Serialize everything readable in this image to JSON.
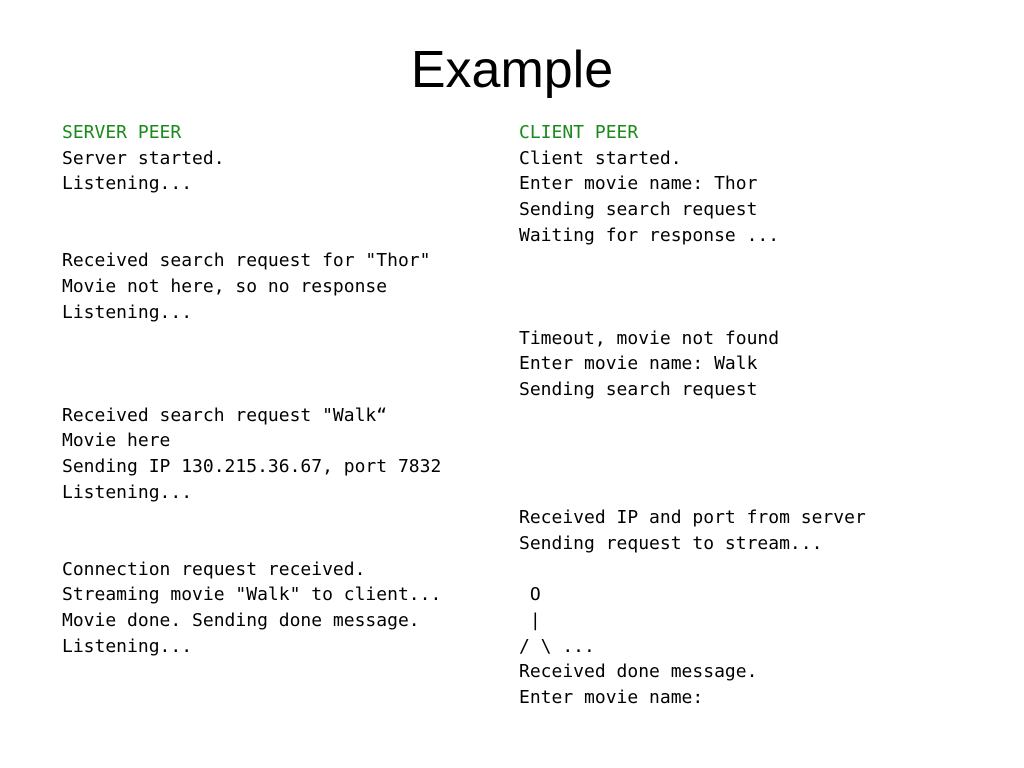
{
  "slide": {
    "title": "Example"
  },
  "server": {
    "heading": "SERVER PEER",
    "lines": [
      "Server started.",
      "Listening...",
      "",
      "",
      "Received search request for \"Thor\"",
      "Movie not here, so no response",
      "Listening...",
      "",
      "",
      "",
      "Received search request \"Walk“",
      "Movie here",
      "Sending IP 130.215.36.67, port 7832",
      "Listening...",
      "",
      "",
      "Connection request received.",
      "Streaming movie \"Walk\" to client...",
      "Movie done. Sending done message.",
      "Listening..."
    ]
  },
  "client": {
    "heading": "CLIENT PEER",
    "lines": [
      "Client started.",
      "Enter movie name: Thor",
      "Sending search request",
      "Waiting for response ...",
      "",
      "",
      "",
      "Timeout, movie not found",
      "Enter movie name: Walk",
      "Sending search request",
      "",
      "",
      "",
      "",
      "Received IP and port from server",
      "Sending request to stream...",
      "",
      " O",
      " |",
      "/ \\ ...",
      "Received done message.",
      "Enter movie name:"
    ]
  }
}
